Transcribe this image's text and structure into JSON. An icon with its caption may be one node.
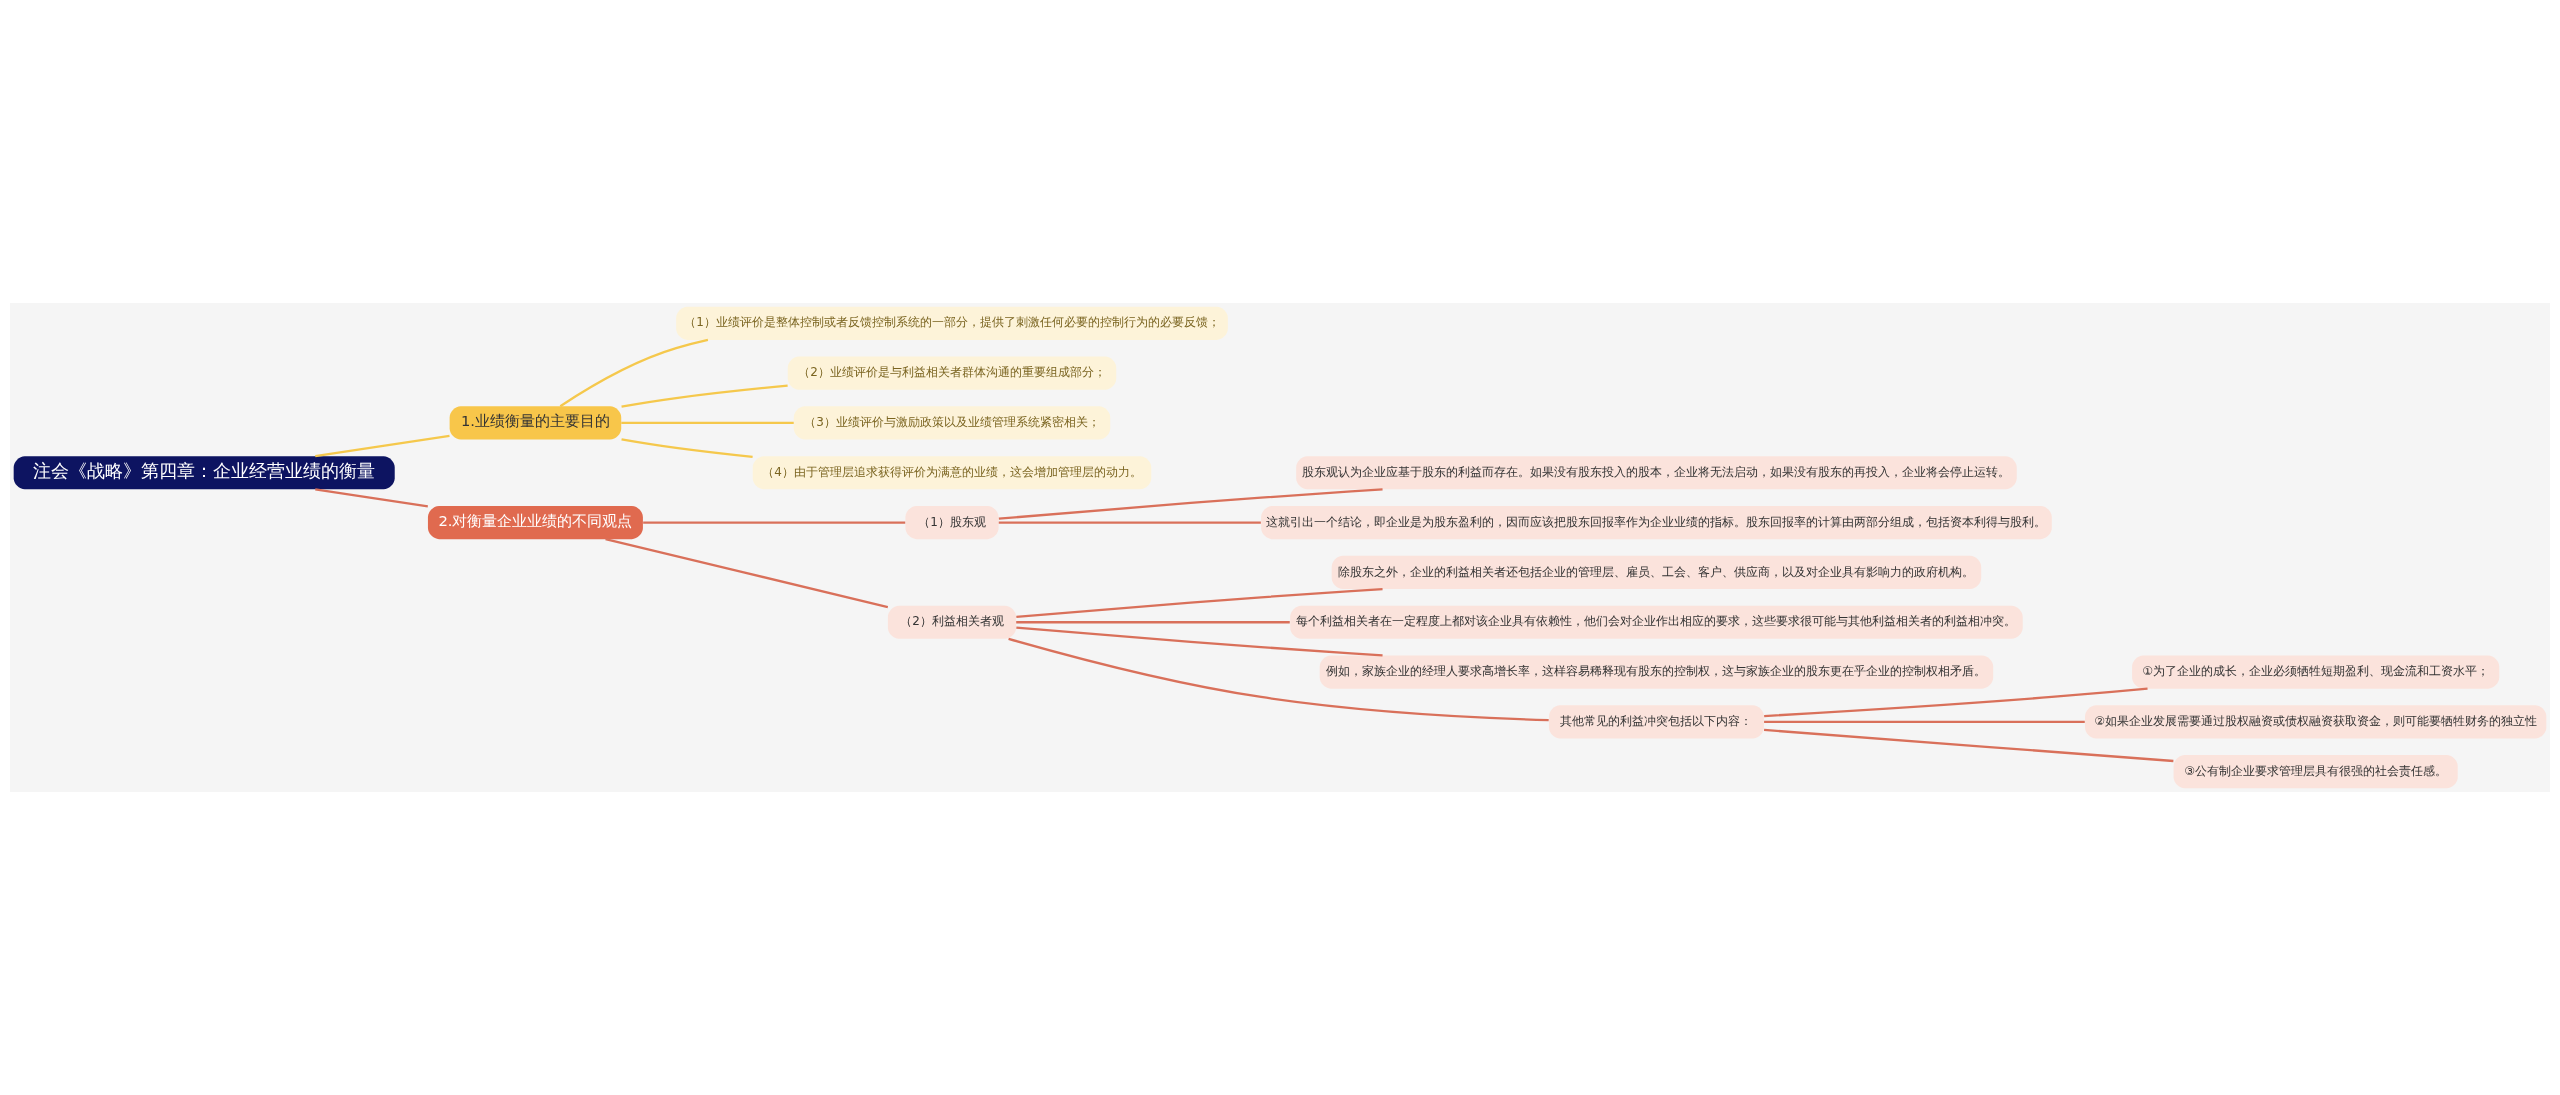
{
  "diagram": {
    "nodes": [
      {
        "text": [
          "注会《战略》第四章：企业经营业绩的衡量"
        ]
      },
      {
        "text": [
          "1.业绩衡量的主要目的"
        ]
      },
      {
        "text": [
          "（1）业绩评价是整体控制或者反馈控制系统的一部分，提供了刺激任何必要的控制行为的必要反馈；"
        ]
      },
      {
        "text": [
          "（2）业绩评价是与利益相关者群体沟通的重要组成部分；"
        ]
      },
      {
        "text": [
          "（3）业绩评价与激励政策以及业绩管理系统紧密相关；"
        ]
      },
      {
        "text": [
          "（4）由于管理层追求获得评价为满意的业绩，这会增加管理层的动力。"
        ]
      },
      {
        "text": [
          "2.对衡量企业业绩的不同观点"
        ]
      },
      {
        "text": [
          "（1）股东观"
        ]
      },
      {
        "text": [
          "股东观认为企业应基于股东的利益而存在。如果没有股东投入的股本，企业将无法启动，如果没有股东的再投入，企业将会停止运转。"
        ]
      },
      {
        "text": [
          "这就引出一个结论，即企业是为股东盈利的，因而应该把股东回报率作为企业业绩的指标。股东回报率的计算由两部分组成，包括资本利得与股利。"
        ]
      },
      {
        "text": [
          "（2）利益相关者观"
        ]
      },
      {
        "text": [
          "除股东之外，企业的利益相关者还包括企业的管理层、雇员、工会、客户、供应商，以及对企业具有影响力的政府机构。"
        ]
      },
      {
        "text": [
          "每个利益相关者在一定程度上都对该企业具有依赖性，他们会对企业作出相应的要求，这些要求很可能与其他利益相关者的利益相冲突。"
        ]
      },
      {
        "text": [
          "例如，家族企业的经理人要求高增长率，这样容易稀释现有股东的控制权，这与家族企业的股东更在乎企业的控制权相矛盾。"
        ]
      },
      {
        "text": [
          "其他常见的利益冲突包括以下内容："
        ]
      },
      {
        "text": [
          "①为了企业的成长，企业必须牺牲短期盈利、现金流和工资水平；"
        ]
      },
      {
        "text": [
          "②如果企业发展需要通过股权融资或债权融资获取资金，则可能要牺牲财务的独立性"
        ]
      },
      {
        "text": [
          "③公有制企业要求管理层具有很强的社会责任感。"
        ]
      }
    ],
    "edges": [
      {
        "from": 0,
        "to": 1,
        "arrow": "none",
        "color": "#f5c84c"
      },
      {
        "from": 1,
        "to": 2,
        "arrow": "none",
        "color": "#f5c84c"
      },
      {
        "from": 1,
        "to": 3,
        "arrow": "none",
        "color": "#f5c84c"
      },
      {
        "from": 1,
        "to": 4,
        "arrow": "none",
        "color": "#f5c84c"
      },
      {
        "from": 1,
        "to": 5,
        "arrow": "none",
        "color": "#f5c84c"
      },
      {
        "from": 0,
        "to": 6,
        "arrow": "none"
      },
      {
        "from": 6,
        "to": 7,
        "arrow": "none"
      },
      {
        "from": 7,
        "to": 8,
        "arrow": "none"
      },
      {
        "from": 7,
        "to": 9,
        "arrow": "none"
      },
      {
        "from": 6,
        "to": 10,
        "arrow": "none"
      },
      {
        "from": 10,
        "to": 11,
        "arrow": "none"
      },
      {
        "from": 10,
        "to": 12,
        "arrow": "none"
      },
      {
        "from": 10,
        "to": 13,
        "arrow": "none"
      },
      {
        "from": 10,
        "to": 14,
        "arrow": "none"
      },
      {
        "from": 14,
        "to": 15,
        "arrow": "none"
      },
      {
        "from": 14,
        "to": 16,
        "arrow": "none"
      },
      {
        "from": 14,
        "to": 17,
        "arrow": "none"
      }
    ]
  }
}
